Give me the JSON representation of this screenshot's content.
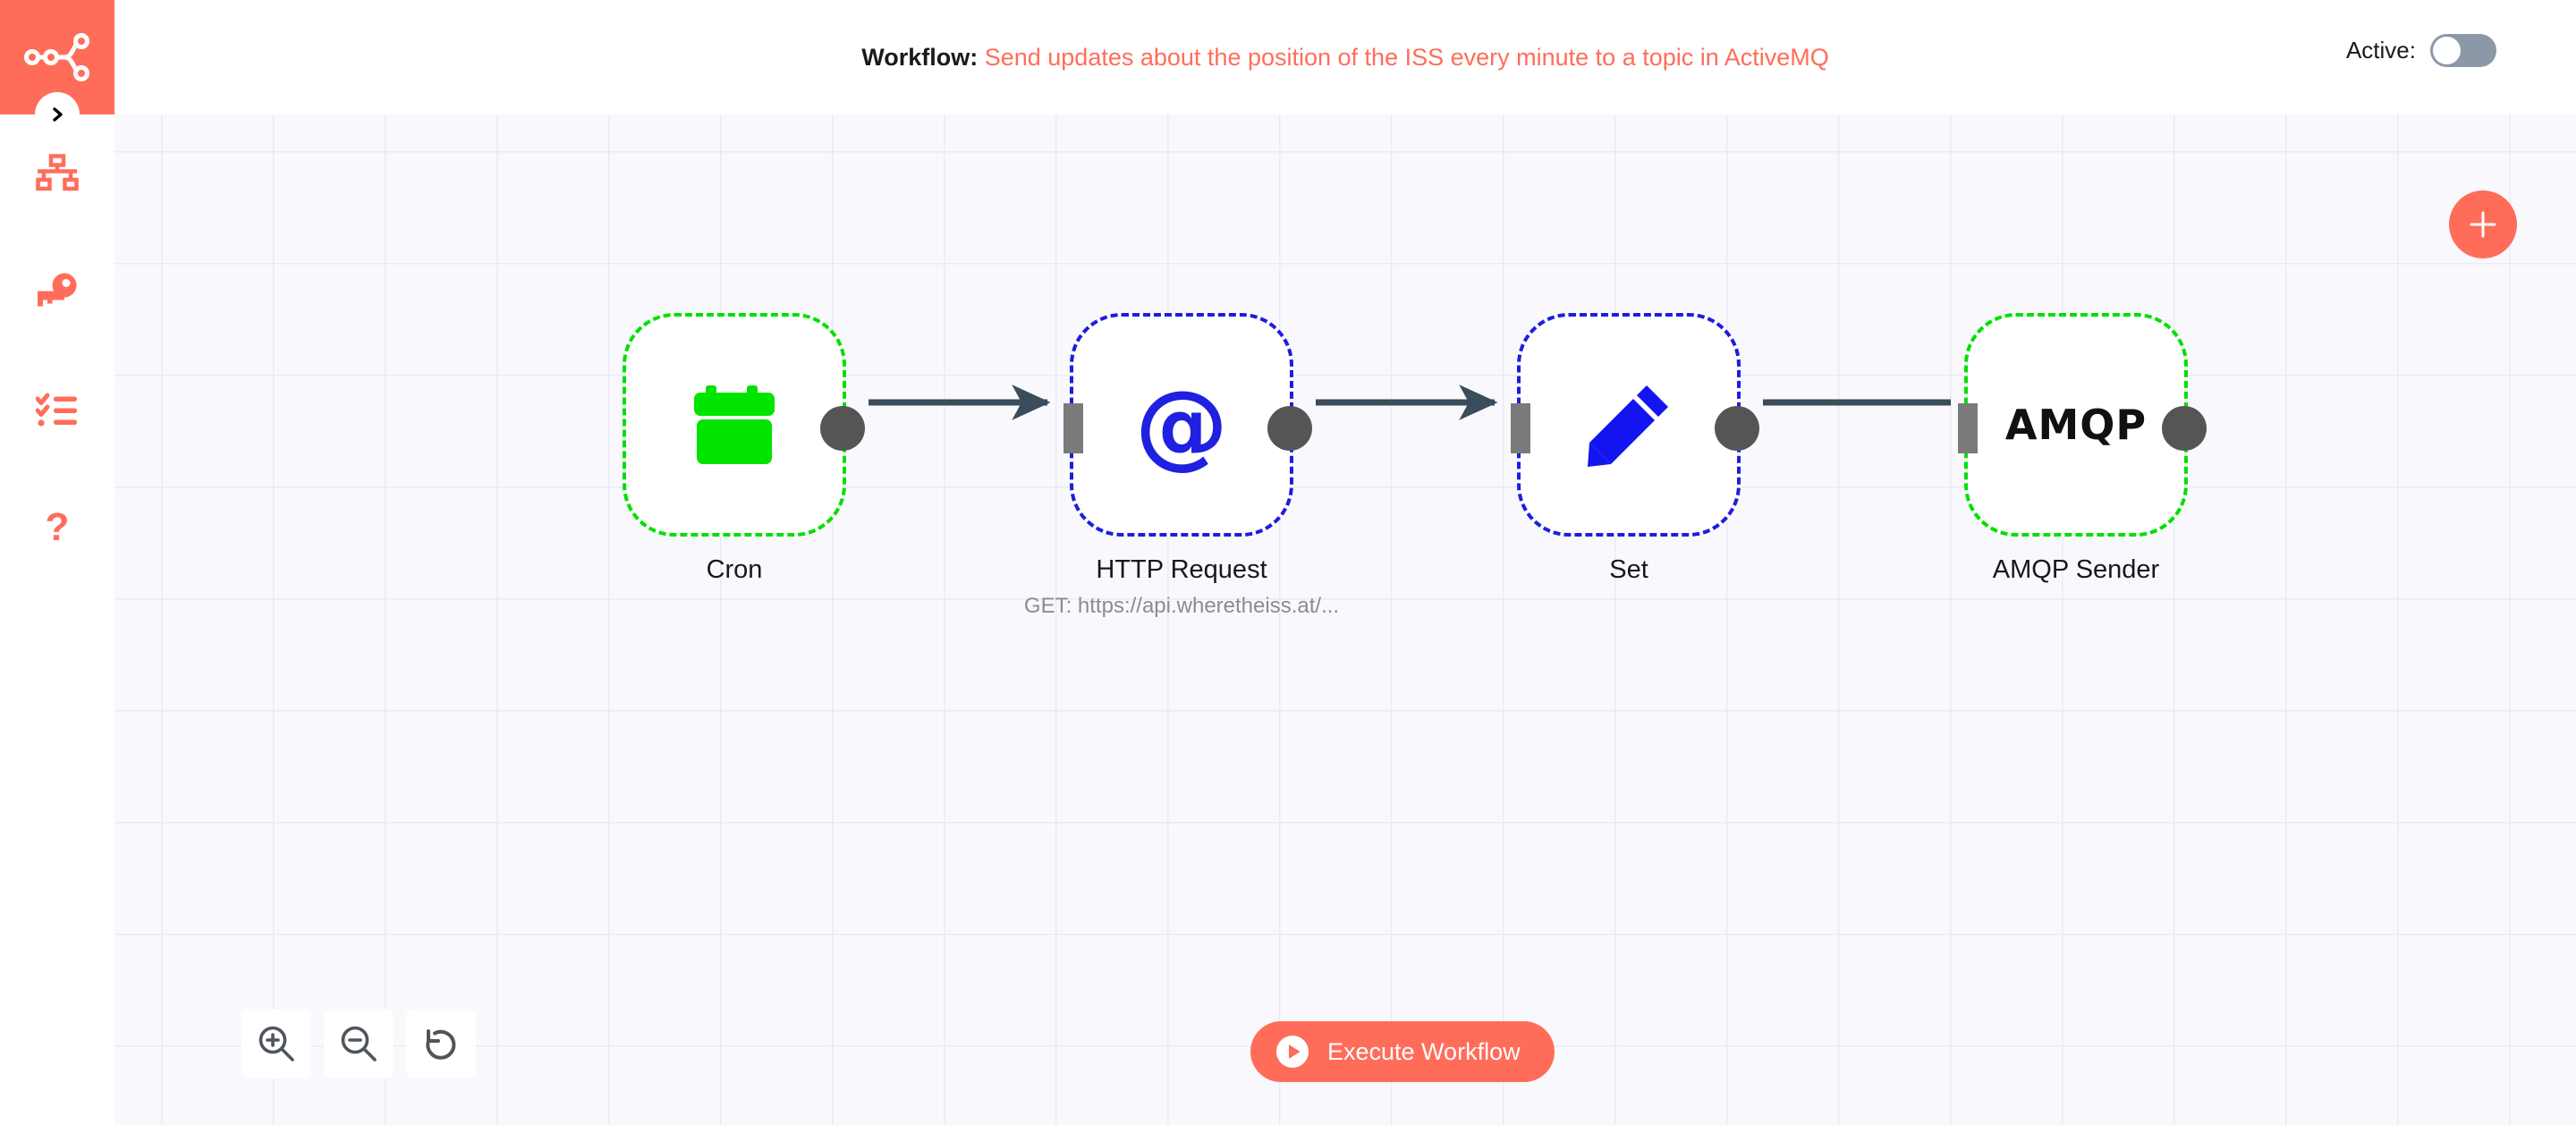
{
  "app": {
    "accent_color": "#ff6d5a",
    "canvas_bg": "#f9f9fd",
    "grid_line_color": "#e9e9fa"
  },
  "sidebar": {
    "logo_name": "n8n-logo",
    "toggle_icon": "chevron-right-icon",
    "items": [
      {
        "name": "workflows",
        "icon": "sitemap-icon",
        "label": "Workflows"
      },
      {
        "name": "credentials",
        "icon": "key-icon",
        "label": "Credentials"
      },
      {
        "name": "executions",
        "icon": "checklist-icon",
        "label": "Executions"
      },
      {
        "name": "help",
        "icon": "question-mark-icon",
        "label": "Help",
        "glyph": "?"
      }
    ]
  },
  "header": {
    "label": "Workflow:",
    "workflow_name": "Send updates about the position of the ISS every minute to a topic in ActiveMQ",
    "active_label": "Active:",
    "active_state": "off",
    "toggle_track_color": "#8c98a8"
  },
  "canvas": {
    "add_node_button": {
      "icon": "plus-icon",
      "label": "+"
    },
    "zoom_controls": [
      {
        "name": "zoom-in",
        "icon": "zoom-in-icon"
      },
      {
        "name": "zoom-out",
        "icon": "zoom-out-icon"
      },
      {
        "name": "reset-zoom",
        "icon": "undo-arrow-icon"
      }
    ],
    "execute_button": {
      "label": "Execute Workflow",
      "icon": "play-icon"
    },
    "nodes": [
      {
        "id": "cron",
        "label": "Cron",
        "subtitle": "",
        "icon": "calendar-icon",
        "icon_color": "#00e000",
        "border_color": "#00e000",
        "has_input": false,
        "has_output": true
      },
      {
        "id": "http-request",
        "label": "HTTP Request",
        "subtitle": "GET: https://api.wheretheiss.at/...",
        "icon": "at-sign-icon",
        "icon_color": "#2020e0",
        "border_color": "#1d1de0",
        "has_input": true,
        "has_output": true
      },
      {
        "id": "set",
        "label": "Set",
        "subtitle": "",
        "icon": "pencil-icon",
        "icon_color": "#1414f0",
        "border_color": "#1d1de0",
        "has_input": true,
        "has_output": true
      },
      {
        "id": "amqp-sender",
        "label": "AMQP Sender",
        "subtitle": "",
        "icon": "amqp-text-icon",
        "icon_text": "AMQP",
        "icon_color": "#111111",
        "border_color": "#00e000",
        "has_input": true,
        "has_output": true
      }
    ],
    "connections": [
      {
        "from": "cron",
        "to": "http-request",
        "arrow": true
      },
      {
        "from": "http-request",
        "to": "set",
        "arrow": true
      },
      {
        "from": "set",
        "to": "amqp-sender",
        "arrow": false
      }
    ]
  }
}
